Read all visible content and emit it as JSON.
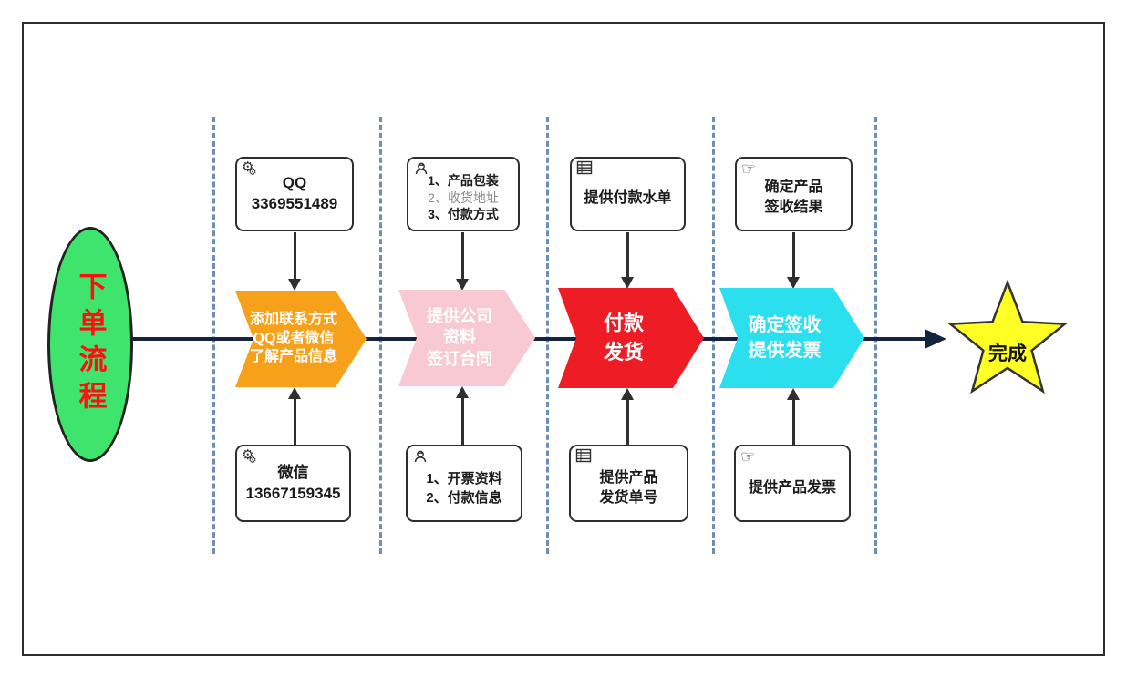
{
  "colors": {
    "green": "#3FE46C",
    "orange": "#F7A11B",
    "pink": "#F9C9D3",
    "red": "#EE1C25",
    "cyan": "#2BDFEF",
    "yellow": "#FFFF26",
    "line": "#15233C",
    "dash": "#6E8DB2",
    "text_red": "#FF1010"
  },
  "start": {
    "label": "下单流程"
  },
  "finish": {
    "label": "完成"
  },
  "chevrons": [
    {
      "lines": [
        "添加联系方式",
        "QQ或者微信",
        "了解产品信息"
      ]
    },
    {
      "lines": [
        "提供公司",
        "资料",
        "签订合同"
      ]
    },
    {
      "lines": [
        "付款",
        "发货"
      ]
    },
    {
      "lines": [
        "确定签收",
        "提供发票"
      ]
    }
  ],
  "top_boxes": [
    {
      "icon": "gears-icon",
      "lines": [
        "QQ",
        "3369551489"
      ]
    },
    {
      "icon": "courier-icon",
      "lines": [
        "1、产品包装",
        "2、收货地址",
        "3、付款方式"
      ]
    },
    {
      "icon": "table-icon",
      "lines": [
        "提供付款水单"
      ]
    },
    {
      "icon": "pointing-hand-icon",
      "lines": [
        "确定产品",
        "签收结果"
      ]
    }
  ],
  "bottom_boxes": [
    {
      "icon": "gears-icon",
      "lines": [
        "微信",
        "13667159345"
      ]
    },
    {
      "icon": "courier-icon",
      "lines": [
        "1、开票资料",
        "2、付款信息"
      ]
    },
    {
      "icon": "table-icon",
      "lines": [
        "提供产品",
        "发货单号"
      ]
    },
    {
      "icon": "pointing-hand-icon",
      "lines": [
        "提供产品发票"
      ]
    }
  ],
  "icons": {
    "gear_glyph": "⚙",
    "hand_glyph": "☞"
  }
}
